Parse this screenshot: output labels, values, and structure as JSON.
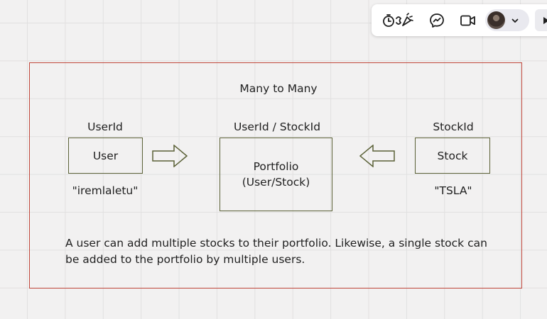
{
  "toolbar": {
    "timer_icon": "timer-confetti-icon",
    "chat_icon": "messenger-icon",
    "video_icon": "video-camera-icon",
    "avatar_icon": "user-avatar",
    "caret_icon": "chevron-down-icon",
    "play_icon": "play-icon"
  },
  "diagram": {
    "title": "Many to Many",
    "user": {
      "key_label": "UserId",
      "box_label": "User",
      "example_value": "\"iremlaletu\""
    },
    "portfolio": {
      "key_label": "UserId / StockId",
      "box_line1": "Portfolio",
      "box_line2": "(User/Stock)"
    },
    "stock": {
      "key_label": "StockId",
      "box_label": "Stock",
      "example_value": "\"TSLA\""
    },
    "description": "A user can add multiple stocks to their portfolio. Likewise, a single stock can be added to the portfolio by multiple users."
  },
  "colors": {
    "frame_border": "#c0473c",
    "shape_border": "#5b6137",
    "canvas": "#f2f1f1",
    "grid": "#e1e0e0"
  }
}
